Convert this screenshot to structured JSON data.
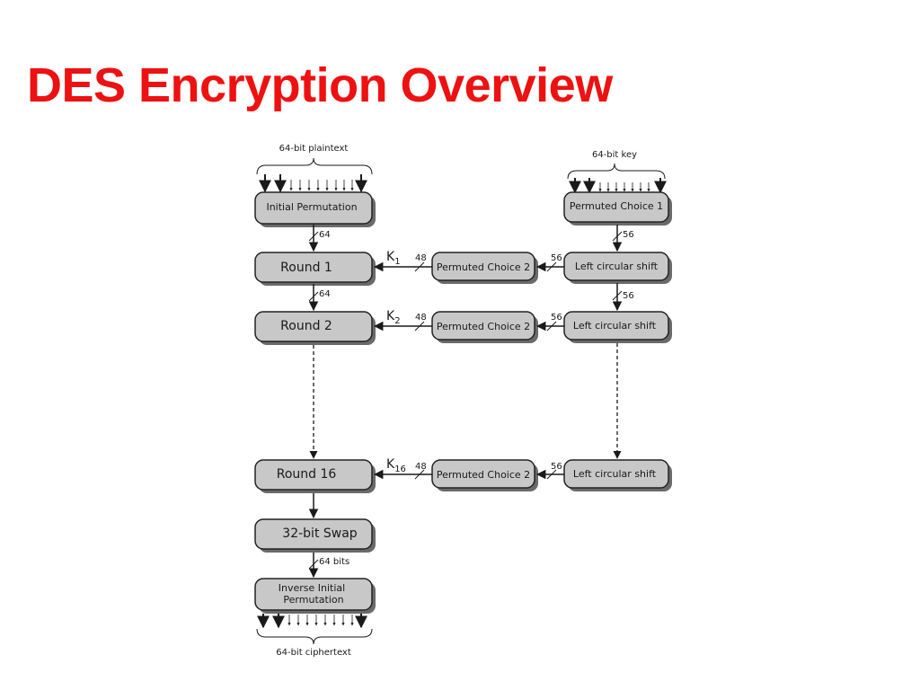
{
  "title": "DES Encryption Overview",
  "labels": {
    "plaintext": "64-bit plaintext",
    "key": "64-bit key",
    "ciphertext": "64-bit ciphertext"
  },
  "boxes": {
    "initial_permutation": "Initial Permutation",
    "permuted_choice_1": "Permuted Choice 1",
    "round_1": "Round 1",
    "round_2": "Round 2",
    "round_16": "Round 16",
    "pc2": "Permuted Choice 2",
    "lcs": "Left circular shift",
    "swap": "32-bit Swap",
    "iip_line1": "Inverse Initial",
    "iip_line2": "Permutation"
  },
  "bit_widths": {
    "w64": "64",
    "w56": "56",
    "w48": "48",
    "w64bits": "64 bits"
  },
  "keys": {
    "k": "K",
    "k1_sub": "1",
    "k2_sub": "2",
    "k16_sub": "16"
  },
  "colors": {
    "title": "#ee1111",
    "box_fill": "#c8c8c8",
    "box_stroke": "#222222",
    "shadow": "#6a6a6a"
  }
}
